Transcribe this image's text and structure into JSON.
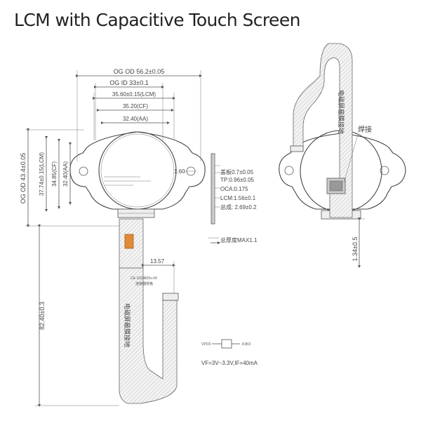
{
  "title": "LCM with Capacitive Touch Screen",
  "colors": {
    "title": "#222222",
    "line": "#555555",
    "fpc_hatch": "#bbbbbb",
    "connector": "#e08a3a"
  },
  "front_view": {
    "dim_og_od_width": "OG OD 56.2±0.05",
    "dim_og_id": "OG ID 33±0.1",
    "dim_lcm_width": "35.60±0.15(LCM)",
    "dim_cf_width": "35.20(CF)",
    "dim_aa_width": "32.40(AA)",
    "dim_og_od_height": "OG OD 43.4±0.05",
    "dim_lcm_height": "37.74±0.15(LCM)",
    "dim_cf_height": "34.85(CF)",
    "dim_aa_height": "32.40(AA)",
    "dim_hole": "1.60",
    "dim_fpc_offset": "13.57",
    "dim_total_length": "82.40±0.3",
    "fpc_label": "电磁屏蔽膜接地",
    "part_label": "CE-1028820x-04",
    "part_note": "连接器规格"
  },
  "side_view": {
    "cover_glass": "盖板0.7±0.05",
    "tp": "TP:0.96±0.05",
    "oca": "OCA:0.175",
    "lcm": "LCM:1.56±0.1",
    "total": "总成: 2.69±0.2",
    "total_thickness": "总厚度MAX1.1"
  },
  "back_view": {
    "fpc_label": "电磁屏蔽膜接地",
    "weld_label": "焊接",
    "dim_height": "1.34±0.5"
  },
  "circuit": {
    "left_pin": "VPO3",
    "right_pin": "K3K0",
    "note": "VF=3V~3.3V,IF=40mA"
  }
}
